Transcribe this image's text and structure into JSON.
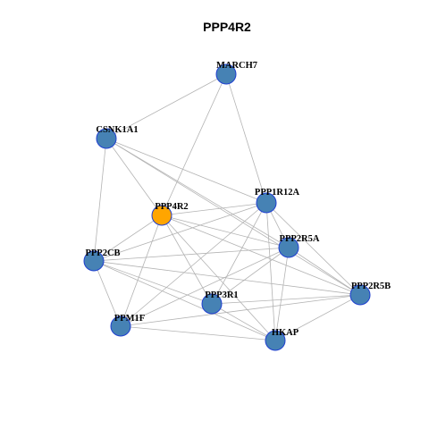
{
  "title": "PPP4R2",
  "colors": {
    "node_default": "#4682b4",
    "node_highlight": "#ffa500",
    "node_stroke": "#1f3fd0",
    "edge": "#b3b3b3"
  },
  "network": {
    "nodes": [
      {
        "id": "MARCH7",
        "label": "MARCH7",
        "highlight": false
      },
      {
        "id": "CSNK1A1",
        "label": "CSNK1A1",
        "highlight": false
      },
      {
        "id": "PPP1R12A",
        "label": "PPP1R12A",
        "highlight": false
      },
      {
        "id": "PPP4R2",
        "label": "PPP4R2",
        "highlight": true
      },
      {
        "id": "PPP2R5A",
        "label": "PPP2R5A",
        "highlight": false
      },
      {
        "id": "PPP2CB",
        "label": "PPP2CB",
        "highlight": false
      },
      {
        "id": "PPP2R5B",
        "label": "PPP2R5B",
        "highlight": false
      },
      {
        "id": "PPP3R1",
        "label": "PPP3R1",
        "highlight": false
      },
      {
        "id": "PPM1F",
        "label": "PPM1F",
        "highlight": false
      },
      {
        "id": "HKAP",
        "label": "HKAP",
        "highlight": false
      }
    ],
    "edges": [
      [
        "MARCH7",
        "CSNK1A1"
      ],
      [
        "MARCH7",
        "PPP4R2"
      ],
      [
        "MARCH7",
        "PPP1R12A"
      ],
      [
        "CSNK1A1",
        "PPP4R2"
      ],
      [
        "CSNK1A1",
        "PPP2CB"
      ],
      [
        "CSNK1A1",
        "PPP1R12A"
      ],
      [
        "CSNK1A1",
        "PPP2R5A"
      ],
      [
        "CSNK1A1",
        "PPP2R5B"
      ],
      [
        "PPP4R2",
        "PPP1R12A"
      ],
      [
        "PPP4R2",
        "PPP2R5A"
      ],
      [
        "PPP4R2",
        "PPP2CB"
      ],
      [
        "PPP4R2",
        "PPM1F"
      ],
      [
        "PPP4R2",
        "PPP3R1"
      ],
      [
        "PPP4R2",
        "HKAP"
      ],
      [
        "PPP4R2",
        "PPP2R5B"
      ],
      [
        "PPP1R12A",
        "PPP2CB"
      ],
      [
        "PPP1R12A",
        "PPP2R5A"
      ],
      [
        "PPP1R12A",
        "PPP2R5B"
      ],
      [
        "PPP1R12A",
        "PPP3R1"
      ],
      [
        "PPP1R12A",
        "HKAP"
      ],
      [
        "PPP1R12A",
        "PPM1F"
      ],
      [
        "PPP2R5A",
        "PPP2CB"
      ],
      [
        "PPP2R5A",
        "PPP3R1"
      ],
      [
        "PPP2R5A",
        "HKAP"
      ],
      [
        "PPP2R5A",
        "PPP2R5B"
      ],
      [
        "PPP2R5A",
        "PPM1F"
      ],
      [
        "PPP2CB",
        "PPP2R5B"
      ],
      [
        "PPP2CB",
        "PPP3R1"
      ],
      [
        "PPP2CB",
        "PPM1F"
      ],
      [
        "PPP2CB",
        "HKAP"
      ],
      [
        "PPP2R5B",
        "PPP3R1"
      ],
      [
        "PPP2R5B",
        "HKAP"
      ],
      [
        "PPP2R5B",
        "PPM1F"
      ],
      [
        "PPP3R1",
        "HKAP"
      ],
      [
        "PPM1F",
        "HKAP"
      ]
    ]
  }
}
